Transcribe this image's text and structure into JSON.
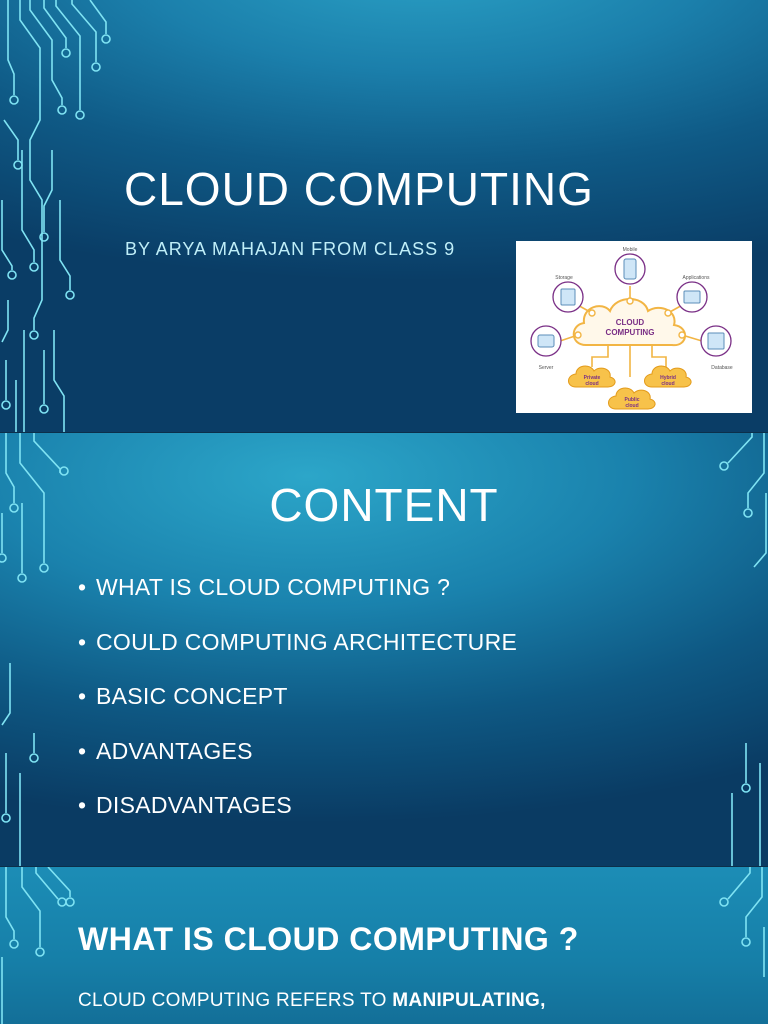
{
  "slide1": {
    "title": "CLOUD COMPUTING",
    "subtitle": "BY ARYA MAHAJAN FROM CLASS 9",
    "diagram": {
      "center_line1": "CLOUD",
      "center_line2": "COMPUTING",
      "nodes": {
        "mobile": "Mobile",
        "storage": "Storage",
        "applications": "Applications",
        "server": "Server",
        "database": "Database",
        "private_cloud_1": "Private",
        "private_cloud_2": "cloud",
        "public_cloud_1": "Public",
        "public_cloud_2": "cloud",
        "hybrid_cloud_1": "Hybrid",
        "hybrid_cloud_2": "cloud"
      },
      "colors": {
        "cloud": "#f2b544",
        "accent": "#7a2f86",
        "text": "#555555"
      }
    }
  },
  "slide2": {
    "title": "CONTENT",
    "bullet_symbol": "•",
    "items": [
      "WHAT IS CLOUD COMPUTING ?",
      "COULD COMPUTING ARCHITECTURE",
      "BASIC CONCEPT",
      "ADVANTAGES",
      "DISADVANTAGES"
    ]
  },
  "slide3": {
    "title": "WHAT IS CLOUD COMPUTING ?",
    "body_prefix": "CLOUD COMPUTING REFERS TO ",
    "body_bold": "MANIPULATING,"
  },
  "theme": {
    "circuit_color": "#7fe3f3",
    "text_color": "#ffffff",
    "subtitle_color": "#bfeef8"
  }
}
